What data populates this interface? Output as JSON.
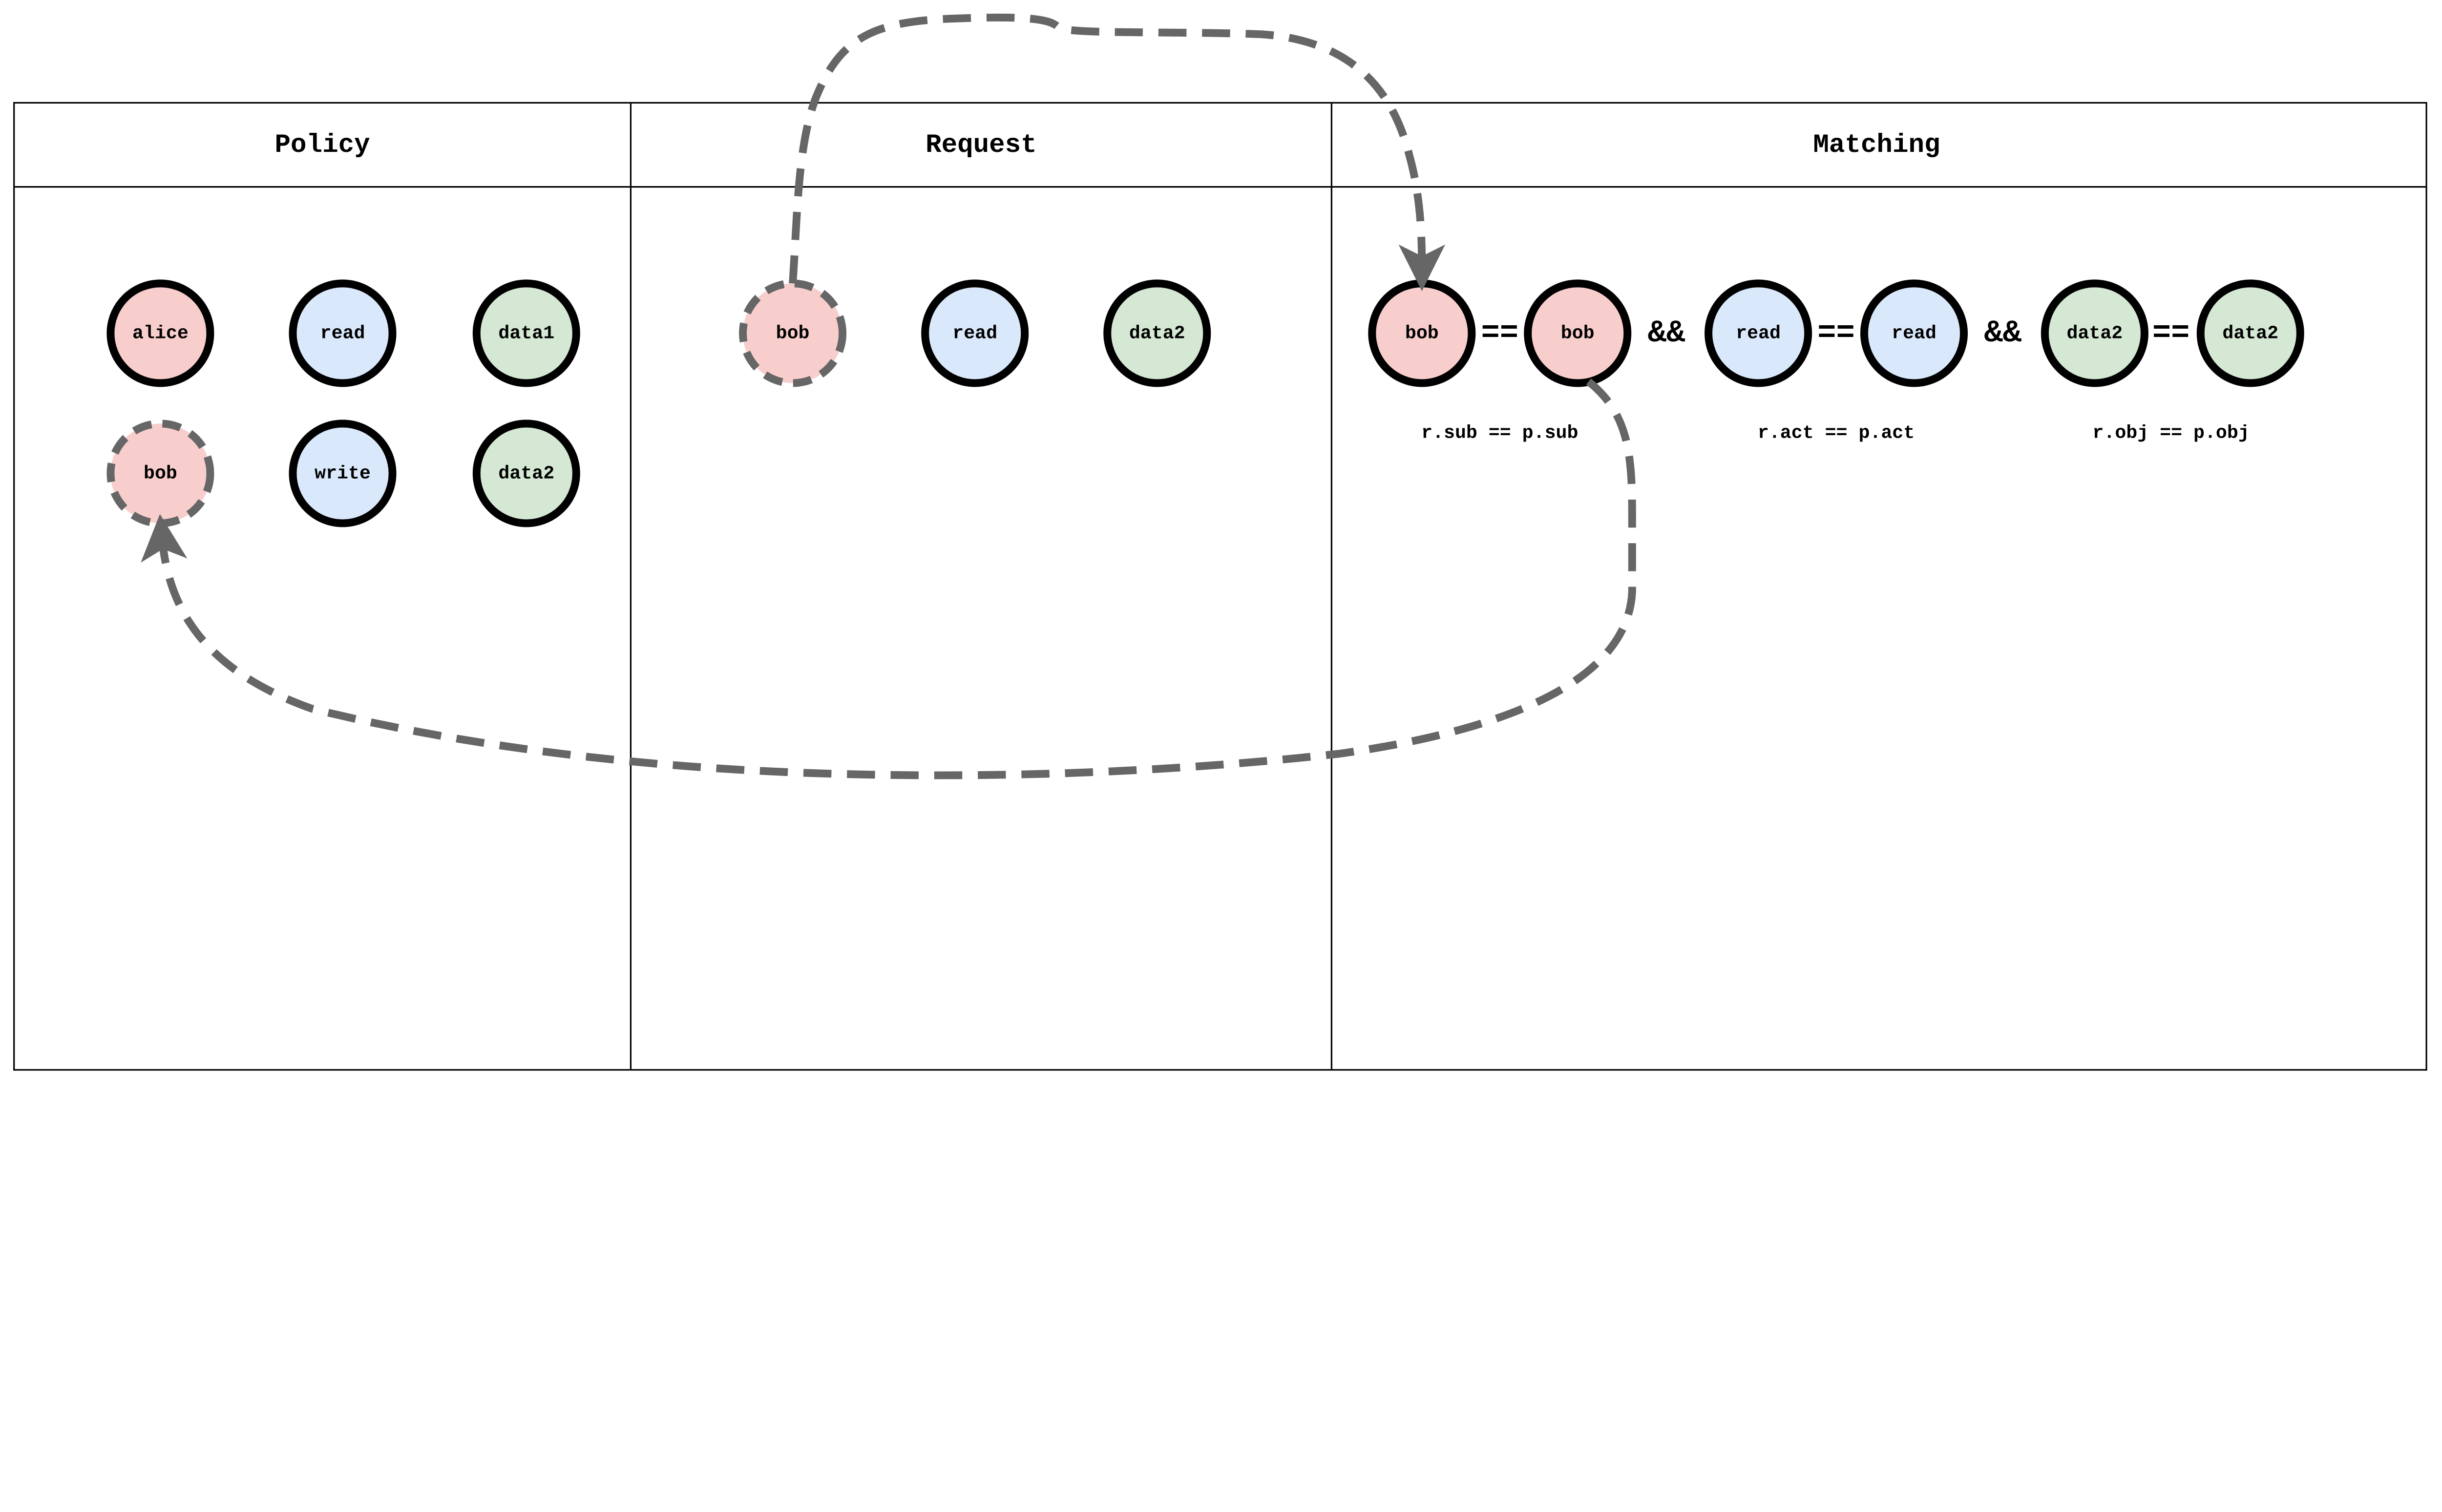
{
  "colors": {
    "subject": "#f8cecc",
    "action": "#dae8fc",
    "object": "#d5e8d4",
    "edge": "#666666",
    "outline": "#000000"
  },
  "columns": {
    "policy": "Policy",
    "request": "Request",
    "matching": "Matching"
  },
  "policy": {
    "row1": [
      "alice",
      "read",
      "data1"
    ],
    "row2": [
      "bob",
      "write",
      "data2"
    ]
  },
  "request": [
    "bob",
    "read",
    "data2"
  ],
  "matching": {
    "sub": [
      "bob",
      "bob"
    ],
    "act": [
      "read",
      "read"
    ],
    "obj": [
      "data2",
      "data2"
    ],
    "eq": "==",
    "and": "&&",
    "exprs": [
      "r.sub == p.sub",
      "r.act == p.act",
      "r.obj == p.obj"
    ]
  }
}
